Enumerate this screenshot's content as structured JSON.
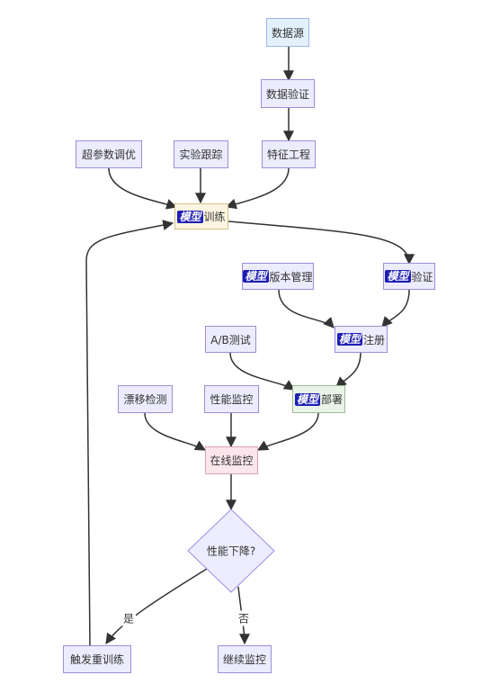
{
  "nodes": {
    "data_source": "数据源",
    "data_validation": "数据验证",
    "hyperparam_tuning": "超参数调优",
    "experiment_tracking": "实验跟踪",
    "feature_engineering": "特征工程",
    "model_training": {
      "em": "模型",
      "text": "训练"
    },
    "model_versioning": {
      "em": "模型",
      "text": "版本管理"
    },
    "model_validation": {
      "em": "模型",
      "text": "验证"
    },
    "ab_testing": "A/B测试",
    "model_registry": {
      "em": "模型",
      "text": "注册"
    },
    "drift_detection": "漂移检测",
    "performance_monitoring": "性能监控",
    "model_deployment": {
      "em": "模型",
      "text": "部署"
    },
    "online_monitoring": "在线监控",
    "performance_drop": "性能下降?",
    "trigger_retraining": "触发重训练",
    "continue_monitoring": "继续监控"
  },
  "edge_labels": {
    "yes": "是",
    "no": "否"
  },
  "colors": {
    "node_fill": "#ececfe",
    "node_border": "#9b8fdc",
    "edge": "#333333",
    "emphasis": "#1e1eb4"
  }
}
